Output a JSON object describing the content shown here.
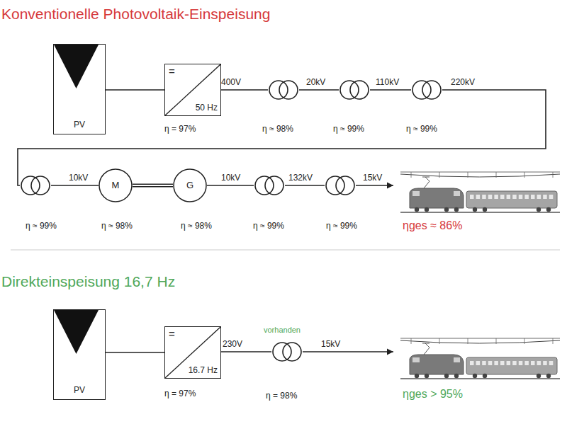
{
  "diagram": {
    "title": "Konventionelle Photovoltaik-Einspeisung",
    "nodes": [
      {
        "text": [
          "PV"
        ]
      },
      {
        "text": [
          "=",
          "50 Hz"
        ]
      },
      {
        "text": [
          "M"
        ]
      },
      {
        "text": [
          "G"
        ]
      },
      {
        "text": [
          "PV"
        ]
      },
      {
        "text": [
          "=",
          "16.7 Hz"
        ]
      }
    ],
    "edges": [
      {
        "from": 0,
        "to": 1,
        "arrow": "none"
      },
      {
        "from": 1,
        "to": 2,
        "arrow": "none"
      },
      {
        "from": 2,
        "to": 3,
        "arrow": "none"
      },
      {
        "from": 4,
        "to": 5,
        "arrow": "none"
      }
    ],
    "labels": [
      "400V",
      "20kV",
      "110kV",
      "220kV",
      "η = 97%",
      "η ≈ 98%",
      "η ≈ 99%",
      "η ≈ 99%",
      "10kV",
      "10kV",
      "132kV",
      "15kV",
      "η ≈ 99%",
      "η ≈ 98%",
      "η ≈ 98%",
      "η ≈ 99%",
      "η ≈ 99%",
      "ηges ≈ 86%",
      "Direkteinspeisung 16,7 Hz",
      "230V",
      "vorhanden",
      "15kV",
      "η = 97%",
      "η = 98%",
      "ηges > 95%"
    ]
  }
}
